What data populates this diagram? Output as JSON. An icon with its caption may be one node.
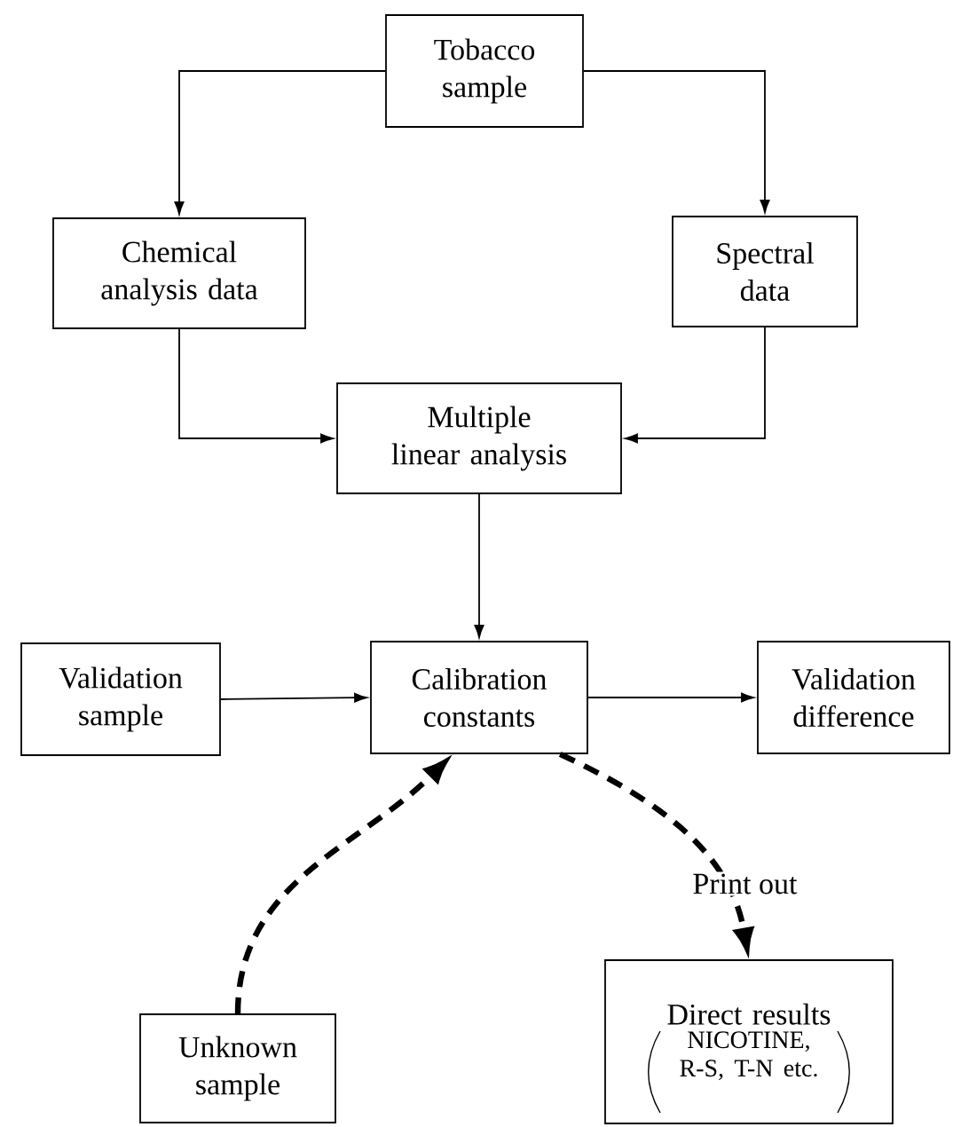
{
  "diagram": {
    "nodes": [
      {
        "text": [
          "Tobacco sample"
        ]
      },
      {
        "text": [
          "Chemical analysis data"
        ]
      },
      {
        "text": [
          "Spectral data"
        ]
      },
      {
        "text": [
          "Multiple linear analysis"
        ]
      },
      {
        "text": [
          "Validation sample"
        ]
      },
      {
        "text": [
          "Calibration constants"
        ]
      },
      {
        "text": [
          "Validation difference"
        ]
      },
      {
        "text": [
          "Unknown sample"
        ]
      },
      {
        "text": [
          "Direct results",
          "NICOTINE, R-S, T-N etc."
        ]
      }
    ],
    "edges": [
      {
        "from": 0,
        "to": 1,
        "arrow": "to"
      },
      {
        "from": 0,
        "to": 2,
        "arrow": "to"
      },
      {
        "from": 1,
        "to": 3,
        "arrow": "to"
      },
      {
        "from": 2,
        "to": 3,
        "arrow": "to"
      },
      {
        "from": 3,
        "to": 5,
        "arrow": "to"
      },
      {
        "from": 4,
        "to": 5,
        "arrow": "to"
      },
      {
        "from": 5,
        "to": 6,
        "arrow": "to"
      },
      {
        "from": 7,
        "to": 5,
        "arrow": "to",
        "style": "dashed"
      },
      {
        "from": 5,
        "to": 8,
        "arrow": "to",
        "style": "dashed",
        "label": "Print out"
      }
    ]
  }
}
